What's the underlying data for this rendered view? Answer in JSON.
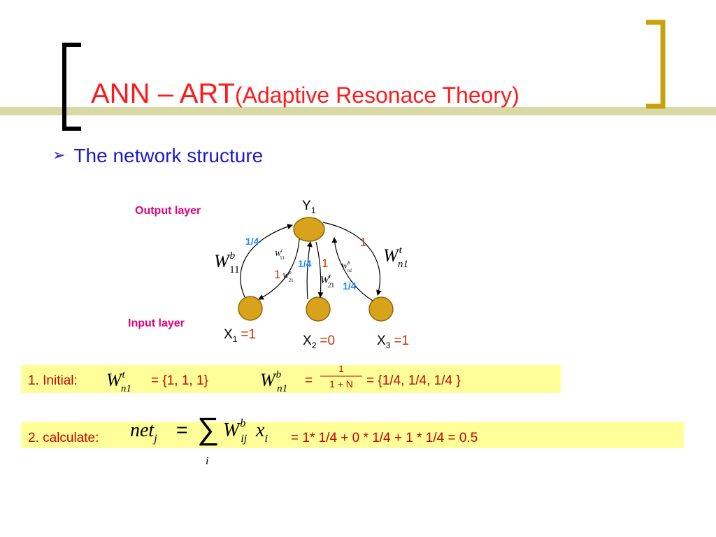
{
  "title": {
    "main": "ANN – ART",
    "sub": "(Adaptive Resonace  Theory)"
  },
  "bullet": "The network structure",
  "diagram": {
    "output_layer_label": "Output layer",
    "input_layer_label": "Input layer",
    "y_node": "Y",
    "y_sub": "1",
    "inputs": [
      {
        "name": "X",
        "sub": "1",
        "value": "=1"
      },
      {
        "name": "X",
        "sub": "2",
        "value": "=0"
      },
      {
        "name": "X",
        "sub": "3",
        "value": "=1"
      }
    ],
    "edge_labels": {
      "x1_up": "1/4",
      "x1_down": "1",
      "x2_up": "1/4",
      "x2_down": "1",
      "x3_up": "1/4",
      "x3_down": "1"
    },
    "weights": {
      "W": "W",
      "b": "b",
      "t": "t",
      "w11": "11",
      "w21": "21",
      "wn1": "n1",
      "n1_sub": "n1"
    },
    "colors": {
      "node_fill": "#d9a21b",
      "node_stroke": "#8a6a10",
      "blue_label": "#1a8cff",
      "red_label": "#cc3300",
      "layer_label": "#e6007a"
    }
  },
  "step1": {
    "label": "1. Initial:",
    "wt_value": "= {1, 1, 1}",
    "eq": "=",
    "frac_num": "1",
    "frac_den": "1 + N",
    "wb_value": "=  {1/4, 1/4, 1/4 }"
  },
  "step2": {
    "label": "2. calculate:",
    "net": "net",
    "j": "j",
    "eq": "=",
    "sigma": "∑",
    "i": "i",
    "W": "W",
    "ij": "ij",
    "b": "b",
    "x": "x",
    "xi": "i",
    "result": "= 1* 1/4  + 0 * 1/4 + 1 * 1/4 = 0.5"
  }
}
